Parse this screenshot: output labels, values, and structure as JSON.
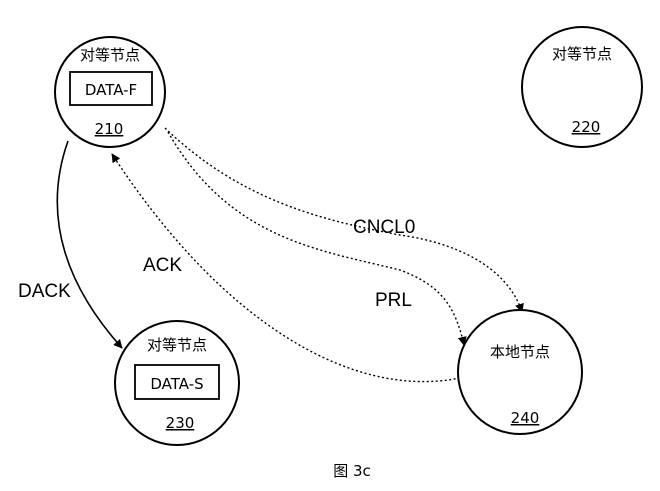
{
  "nodes": {
    "n210": {
      "title": "对等节点",
      "box_label": "DATA-F",
      "id": "210"
    },
    "n220": {
      "title": "对等节点",
      "id": "220"
    },
    "n230": {
      "title": "对等节点",
      "box_label": "DATA-S",
      "id": "230"
    },
    "n240": {
      "title": "本地节点",
      "id": "240"
    }
  },
  "edges": {
    "dack": {
      "label": "DACK"
    },
    "ack": {
      "label": "ACK"
    },
    "prl": {
      "label": "PRL"
    },
    "cncl": {
      "label": "CNCL0"
    }
  },
  "caption": "图 3c"
}
